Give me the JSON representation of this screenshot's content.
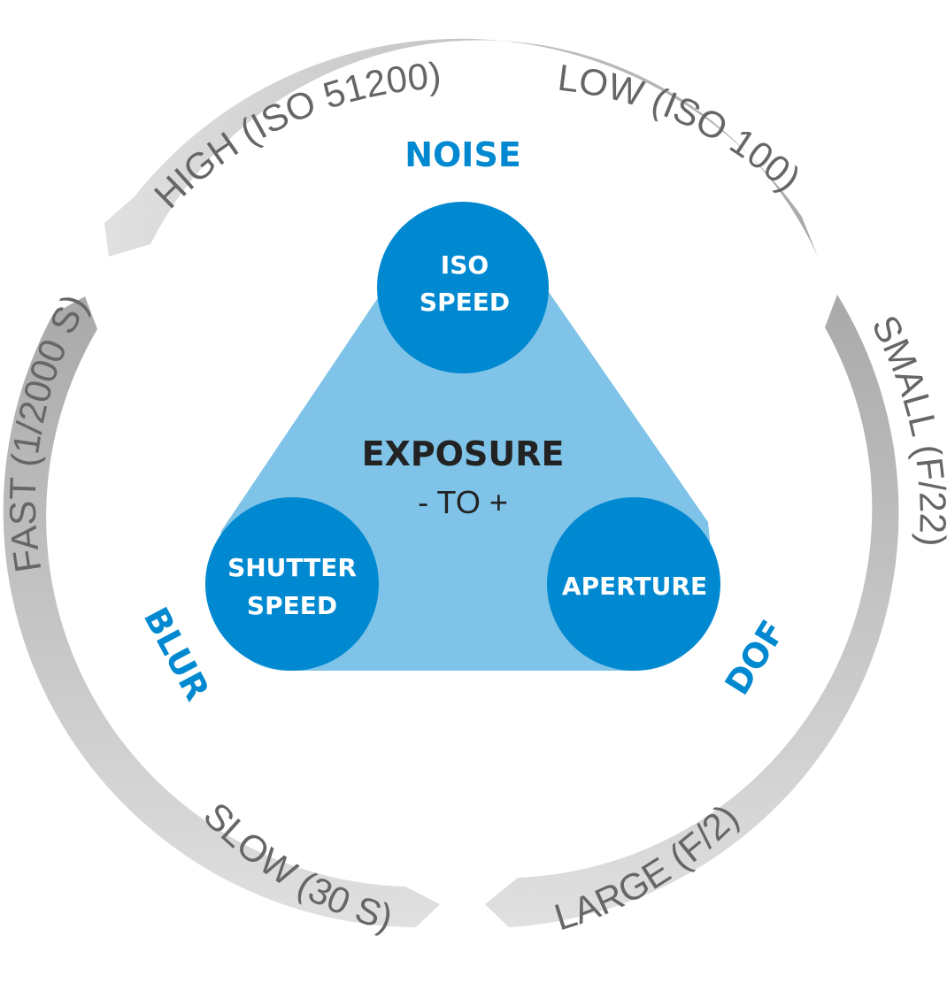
{
  "colors": {
    "triangle": "#7fc3e8",
    "node": "#0089d0",
    "effect_text": "#0089d0",
    "arc_light": "#dcdcdc",
    "arc_dark": "#a8a8a8",
    "arc_text": "#666666",
    "center_text": "#222222"
  },
  "center": {
    "title": "EXPOSURE",
    "subtitle": "- TO +"
  },
  "nodes": {
    "iso": {
      "line1": "ISO",
      "line2": "SPEED"
    },
    "shutter": {
      "line1": "SHUTTER",
      "line2": "SPEED"
    },
    "aperture": {
      "line1": "APERTURE"
    }
  },
  "effects": {
    "noise": "NOISE",
    "blur": "BLUR",
    "dof": "DOF"
  },
  "arcs": {
    "iso": {
      "high": "HIGH (ISO 51200)",
      "low": "LOW (ISO 100)"
    },
    "shutter": {
      "fast": "FAST (1/2000 S)",
      "slow": "SLOW (30 S)"
    },
    "aperture": {
      "small": "SMALL (F/22)",
      "large": "LARGE (F/2)"
    }
  }
}
